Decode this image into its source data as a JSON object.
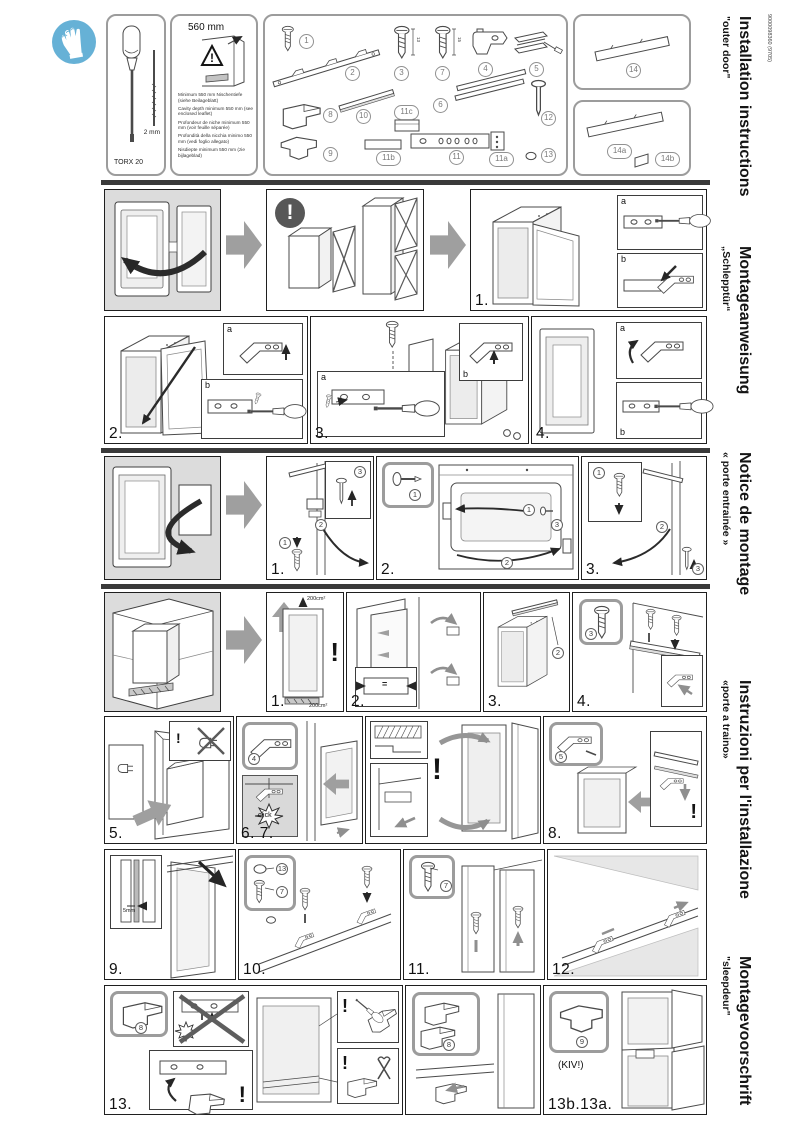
{
  "doc_number": "9000098360 (9705)",
  "side_titles": [
    {
      "title": "Installation instructions",
      "subtitle": "\"outer door\""
    },
    {
      "title": "Montageanweisung",
      "subtitle": "„Schlepptür“"
    },
    {
      "title": "Notice de montage",
      "subtitle": "« porte entrainée »"
    },
    {
      "title": "Instruzioni per l'installazione",
      "subtitle": "«porte a traino»"
    },
    {
      "title": "Montagevoorschrift",
      "subtitle": "\"sleepdeur\""
    }
  ],
  "tools": {
    "driver": "TORX 20",
    "pin": "2 mm"
  },
  "niche": {
    "width": "560 mm",
    "notes": [
      "Minimum 550 mm Nischentiefe (siehe Beilageblatt)",
      "Cavity depth minimum 550 mm (see enclosed leaflet)",
      "Profondeur de niche minimum 550 mm (voir feuille séparée)",
      "Profondità della nicchia minimo 550 mm (vedi foglio allegato)",
      "Nisdiepte minimum 550 mm (zie bijlageblad)"
    ]
  },
  "parts": {
    "labels": [
      "1",
      "2",
      "3",
      "7",
      "4",
      "5",
      "8",
      "10",
      "11c",
      "6",
      "12",
      "9",
      "11b",
      "11",
      "11a",
      "13",
      "14",
      "14a",
      "14b"
    ],
    "screw3_len": "13",
    "screw7_len": "15"
  },
  "steps": {
    "row2": [
      "1."
    ],
    "row3": [
      "2.",
      "3.",
      "4."
    ],
    "row4": [
      "1.",
      "2.",
      "3."
    ],
    "row5": [
      "1.",
      "2.",
      "3.",
      "4."
    ],
    "row6": [
      "5.",
      "6. 7.",
      "8."
    ],
    "row7": [
      "9.",
      "10.",
      "11.",
      "12."
    ],
    "row8": [
      "13.",
      "13b.13a."
    ]
  },
  "letters": {
    "a": "a",
    "b": "b"
  },
  "refs": {
    "n1": "1",
    "n2": "2",
    "n3": "3",
    "n4": "4",
    "n5": "5",
    "n7": "7",
    "n8": "8",
    "n9": "9",
    "n13": "13"
  },
  "annotations": {
    "click": "click",
    "kiv": "(KIV!)",
    "gap": "5mm",
    "vent_top": "200cm²",
    "vent_bottom": "200cm²",
    "excl": "!",
    "equal": "="
  },
  "colors": {
    "badge_blue": "#66b1d6",
    "panel_gray": "#dcdcdc",
    "bar_dark": "#3a3a3a"
  }
}
